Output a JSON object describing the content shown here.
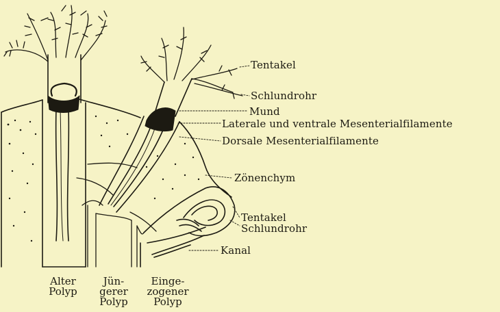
{
  "labels": {
    "tentakel_top": "Tentakel",
    "schlundrohr_top": "Schlundrohr",
    "mund": "Mund",
    "laterale": "Laterale und ventrale Mesenterialfilamente",
    "dorsale": "Dorsale Mesenterialfilamente",
    "zoenenchym": "Zönenchym",
    "tentakel_bottom": "Tentakel",
    "schlundrohr_bottom": "Schlundrohr",
    "kanal": "Kanal"
  },
  "captions": {
    "alter": [
      "Alter",
      "Polyp"
    ],
    "juengerer": [
      "Jün-",
      "gerer",
      "Polyp"
    ],
    "eingezogener": [
      "Einge-",
      "zogener",
      "Polyp"
    ]
  },
  "colors": {
    "background": "#f6f3c6",
    "ink": "#1c1a12"
  }
}
